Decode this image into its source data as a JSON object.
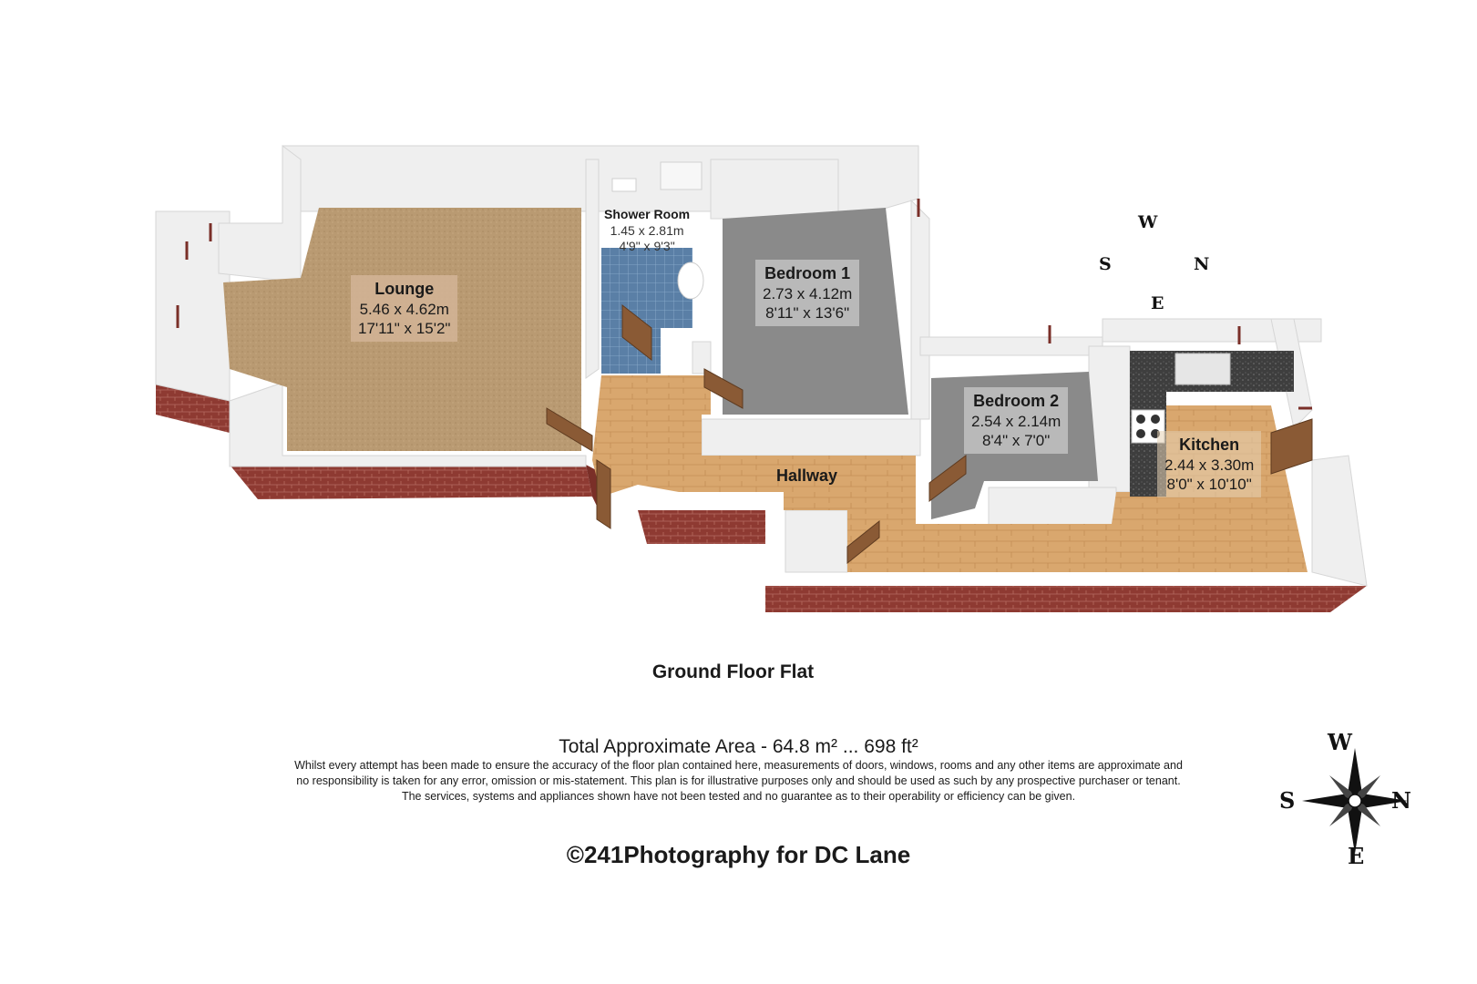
{
  "rooms": [
    {
      "id": "lounge",
      "name": "Lounge",
      "metric": "5.46 x 4.62m",
      "imperial": "17'11\" x 15'2\""
    },
    {
      "id": "shower",
      "name": "Shower Room",
      "metric": "1.45 x 2.81m",
      "imperial": "4'9\" x 9'3\""
    },
    {
      "id": "bedroom1",
      "name": "Bedroom 1",
      "metric": "2.73 x 4.12m",
      "imperial": "8'11\" x 13'6\""
    },
    {
      "id": "bedroom2",
      "name": "Bedroom 2",
      "metric": "2.54 x 2.14m",
      "imperial": "8'4\" x 7'0\""
    },
    {
      "id": "kitchen",
      "name": "Kitchen",
      "metric": "2.44 x 3.30m",
      "imperial": "8'0\" x 10'10\""
    },
    {
      "id": "hallway",
      "name": "Hallway"
    }
  ],
  "compass_top": {
    "w": "W",
    "s": "S",
    "n": "N",
    "e": "E"
  },
  "compass_bottom": {
    "w": "W",
    "s": "S",
    "n": "N",
    "e": "E"
  },
  "floor_title": "Ground Floor Flat",
  "total_area": "Total Approximate Area - 64.8 m² ... 698 ft²",
  "disclaimer": [
    "Whilst every attempt has been made to ensure the accuracy of the floor plan contained here, measurements of doors, windows, rooms and any other items are approximate and",
    "no responsibility is taken for any error, omission or mis-statement.  This plan is for illustrative purposes only and should be used as such by any prospective purchaser or tenant.",
    "The services, systems and appliances shown have not been tested and no guarantee as to their operability or efficiency can be given."
  ],
  "credit": "©241Photography for DC Lane",
  "colors": {
    "brick": "#8e3a32",
    "wall": "#efefef",
    "carpet": "#b99a72",
    "bedroom_floor": "#8a8a8a",
    "wood": "#d9a76e",
    "tile": "#5a7fa6",
    "counter": "#444444"
  }
}
